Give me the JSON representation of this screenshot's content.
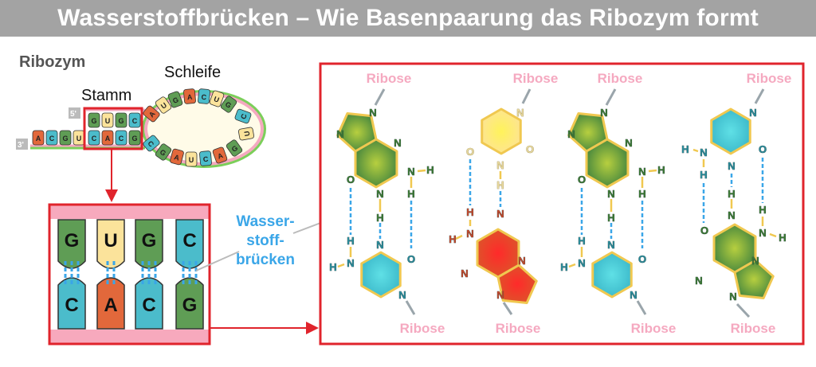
{
  "title": "Wasserstoffbrücken – Wie Basenpaarung das Ribozym formt",
  "ribozyme": {
    "heading": "Ribozym",
    "stem_label": "Stamm",
    "loop_label": "Schleife",
    "five_prime": "5'",
    "three_prime": "3'",
    "stem_top": [
      "G",
      "U",
      "G",
      "C"
    ],
    "stem_bottom": [
      "C",
      "A",
      "C",
      "G"
    ],
    "tail": [
      "A",
      "C",
      "G",
      "U"
    ],
    "loop_top": [
      "A",
      "U",
      "G",
      "A",
      "C",
      "U",
      "G"
    ],
    "loop_right": [
      "C",
      "U"
    ],
    "loop_bottom": [
      "C",
      "G",
      "A",
      "U",
      "C",
      "A",
      "G"
    ]
  },
  "zoom_box": {
    "top": [
      "G",
      "U",
      "G",
      "C"
    ],
    "bottom": [
      "C",
      "A",
      "C",
      "G"
    ]
  },
  "callout": {
    "line1": "Wasser-",
    "line2": "stoff-",
    "line3": "brücken"
  },
  "atoms": {
    "N": "N",
    "H": "H",
    "O": "O"
  },
  "ribose_label": "Ribose",
  "pairs": [
    {
      "top": "G",
      "bottom": "C"
    },
    {
      "top": "U",
      "bottom": "A"
    },
    {
      "top": "G",
      "bottom": "C"
    },
    {
      "top": "C",
      "bottom": "G"
    }
  ],
  "colors": {
    "G": "#5f9d55",
    "C": "#4bbccb",
    "U": "#fbe39b",
    "A": "#e2683b",
    "frame": "#e0242c",
    "pink": "#f5a9c0",
    "hbond": "#3aa6e8",
    "bond": "#f0c850",
    "title_bg": "#a3a3a3"
  }
}
